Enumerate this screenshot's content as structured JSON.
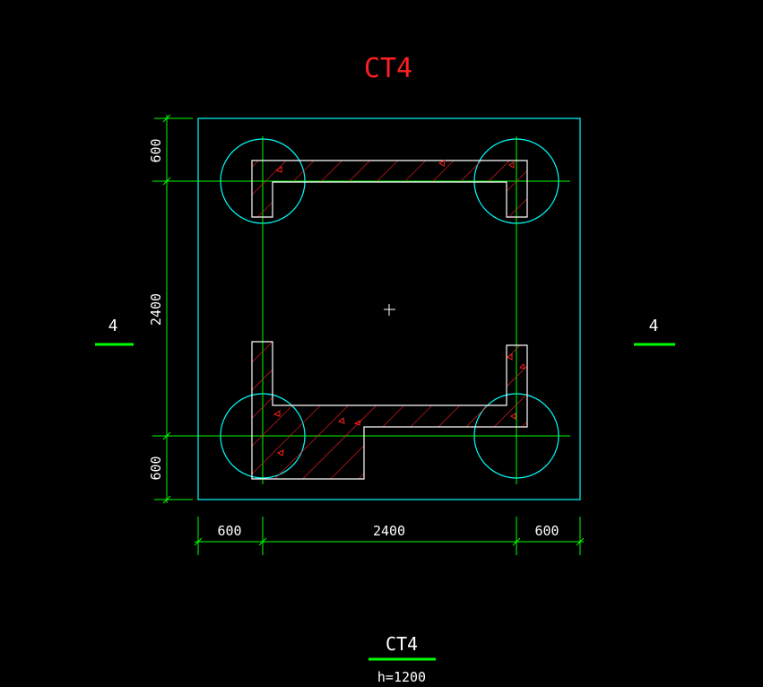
{
  "drawing": {
    "title": "CT4",
    "section_mark_left": "4",
    "section_mark_right": "4",
    "label": "CT4",
    "height_note": "h=1200",
    "center_mark": "+"
  },
  "dimensions": {
    "vertical": [
      "600",
      "2400",
      "600"
    ],
    "horizontal": [
      "600",
      "2400",
      "600"
    ]
  },
  "colors": {
    "background": "#000000",
    "outline": "#00ffff",
    "dimension": "#00ff00",
    "section_bar": "#00ff00",
    "title": "#ff2020",
    "hatch": "#ff2020",
    "wall": "#ffffff",
    "text": "#ffffff"
  }
}
